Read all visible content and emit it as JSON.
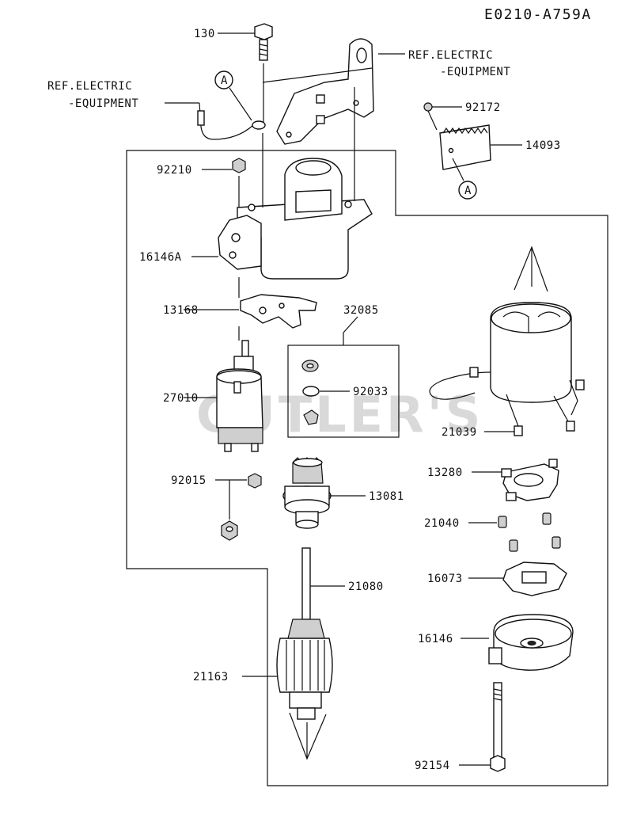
{
  "diagram_code": "E0210-A759A",
  "watermark": "CUTLER'S",
  "ref_labels": {
    "ref_right_line1": "REF.ELECTRIC",
    "ref_right_line2": "-EQUIPMENT",
    "ref_left_line1": "REF.ELECTRIC",
    "ref_left_line2": "-EQUIPMENT"
  },
  "callouts": {
    "a_top": "A",
    "a_right": "A"
  },
  "parts": {
    "p130": "130",
    "p92172": "92172",
    "p14093": "14093",
    "p92210": "92210",
    "p16146A": "16146A",
    "p13168": "13168",
    "p32085": "32085",
    "p27010": "27010",
    "p92033": "92033",
    "p21039": "21039",
    "p13280": "13280",
    "p92015": "92015",
    "p13081": "13081",
    "p21040": "21040",
    "p16073": "16073",
    "p21080": "21080",
    "p16146": "16146",
    "p21163": "21163",
    "p92154": "92154"
  }
}
